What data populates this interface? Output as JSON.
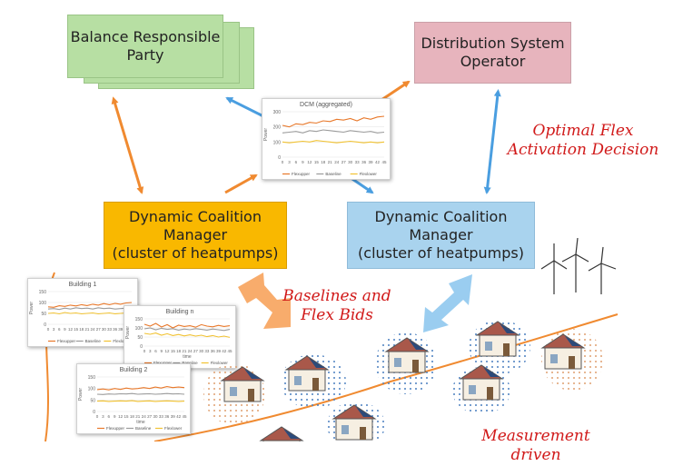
{
  "nodes": {
    "brp": "Balance Responsible\nParty",
    "dso": "Distribution System\nOperator",
    "dcm_left": "Dynamic Coalition\nManager\n(cluster of heatpumps)",
    "dcm_right": "Dynamic Coalition\nManager\n(cluster of heatpumps)"
  },
  "annotations": {
    "optimal": "Optimal Flex\nActivation Decision",
    "baselines": "Baselines and\nFlex Bids",
    "measurement": "Measurement driven"
  },
  "colors": {
    "brp": "#b7dfa3",
    "dso": "#e7b4bd",
    "dcm_left": "#f9b800",
    "dcm_right": "#a9d3ee",
    "orange_arrow": "#f08a30",
    "blue_arrow": "#4a9ee0",
    "annotation_red": "#d11a1a",
    "flexupper": "#e8782a",
    "baseline": "#9b9b9b",
    "flexlower": "#f1c232"
  },
  "chart_data": [
    {
      "type": "line",
      "title": "DCM (aggregated)",
      "ylabel": "Power",
      "xlabel": "",
      "ylim": [
        0,
        300
      ],
      "yticks": [
        "300",
        "200",
        "100",
        "0"
      ],
      "x": [
        "0",
        "3",
        "6",
        "9",
        "12",
        "15",
        "18",
        "21",
        "24",
        "27",
        "30",
        "33",
        "36",
        "39",
        "42",
        "45"
      ],
      "series": [
        {
          "name": "Flexupper",
          "values": [
            210,
            200,
            220,
            215,
            230,
            225,
            240,
            235,
            250,
            245,
            255,
            240,
            260,
            250,
            265,
            270
          ]
        },
        {
          "name": "Baseline",
          "values": [
            160,
            165,
            170,
            160,
            175,
            170,
            180,
            175,
            170,
            165,
            175,
            170,
            165,
            170,
            160,
            165
          ]
        },
        {
          "name": "Flexlower",
          "values": [
            100,
            95,
            100,
            105,
            100,
            110,
            105,
            100,
            95,
            100,
            105,
            100,
            95,
            100,
            95,
            100
          ]
        }
      ]
    },
    {
      "type": "line",
      "title": "Building 1",
      "ylabel": "Power",
      "xlabel": "",
      "ylim": [
        0,
        150
      ],
      "yticks": [
        "150",
        "100",
        "50",
        "0"
      ],
      "x": [
        "0",
        "3",
        "6",
        "9",
        "12",
        "15",
        "18",
        "21",
        "24",
        "27",
        "30",
        "33",
        "36",
        "39",
        "42",
        "45"
      ],
      "series": [
        {
          "name": "Flexupper",
          "values": [
            80,
            78,
            85,
            82,
            88,
            84,
            90,
            86,
            92,
            88,
            95,
            90,
            96,
            92,
            98,
            100
          ]
        },
        {
          "name": "Baseline",
          "values": [
            70,
            72,
            68,
            74,
            70,
            76,
            72,
            74,
            70,
            76,
            72,
            74,
            70,
            72,
            74,
            70
          ]
        },
        {
          "name": "Flexlower",
          "values": [
            50,
            52,
            48,
            54,
            50,
            52,
            48,
            50,
            52,
            48,
            50,
            52,
            48,
            50,
            52,
            50
          ]
        }
      ]
    },
    {
      "type": "line",
      "title": "Building n",
      "ylabel": "Power",
      "xlabel": "time",
      "ylim": [
        0,
        150
      ],
      "yticks": [
        "150",
        "100",
        "50",
        "0"
      ],
      "x": [
        "0",
        "3",
        "6",
        "9",
        "12",
        "15",
        "18",
        "21",
        "24",
        "27",
        "30",
        "33",
        "36",
        "39",
        "42",
        "45"
      ],
      "series": [
        {
          "name": "Flexupper",
          "values": [
            120,
            110,
            125,
            105,
            118,
            100,
            115,
            108,
            112,
            104,
            118,
            110,
            106,
            114,
            108,
            112
          ]
        },
        {
          "name": "Baseline",
          "values": [
            95,
            100,
            90,
            98,
            92,
            96,
            88,
            94,
            90,
            96,
            92,
            88,
            94,
            90,
            86,
            92
          ]
        },
        {
          "name": "Flexlower",
          "values": [
            70,
            65,
            72,
            60,
            68,
            58,
            64,
            56,
            62,
            55,
            60,
            52,
            58,
            50,
            55,
            48
          ]
        }
      ]
    },
    {
      "type": "line",
      "title": "Building 2",
      "ylabel": "Power",
      "xlabel": "time",
      "ylim": [
        0,
        150
      ],
      "yticks": [
        "150",
        "100",
        "50",
        "0"
      ],
      "x": [
        "0",
        "3",
        "6",
        "9",
        "12",
        "15",
        "18",
        "21",
        "24",
        "27",
        "30",
        "33",
        "36",
        "39",
        "42",
        "45"
      ],
      "series": [
        {
          "name": "Flexupper",
          "values": [
            95,
            98,
            94,
            100,
            96,
            102,
            98,
            100,
            104,
            100,
            106,
            102,
            108,
            104,
            106,
            104
          ]
        },
        {
          "name": "Baseline",
          "values": [
            75,
            74,
            76,
            75,
            77,
            76,
            78,
            75,
            76,
            77,
            75,
            76,
            78,
            76,
            77,
            75
          ]
        },
        {
          "name": "Flexlower",
          "values": [
            45,
            46,
            44,
            45,
            46,
            45,
            47,
            44,
            45,
            46,
            44,
            45,
            46,
            45,
            44,
            45
          ]
        }
      ]
    }
  ],
  "icons": {
    "wind_turbines": "wind-turbine-icon",
    "houses": "house-icon"
  }
}
